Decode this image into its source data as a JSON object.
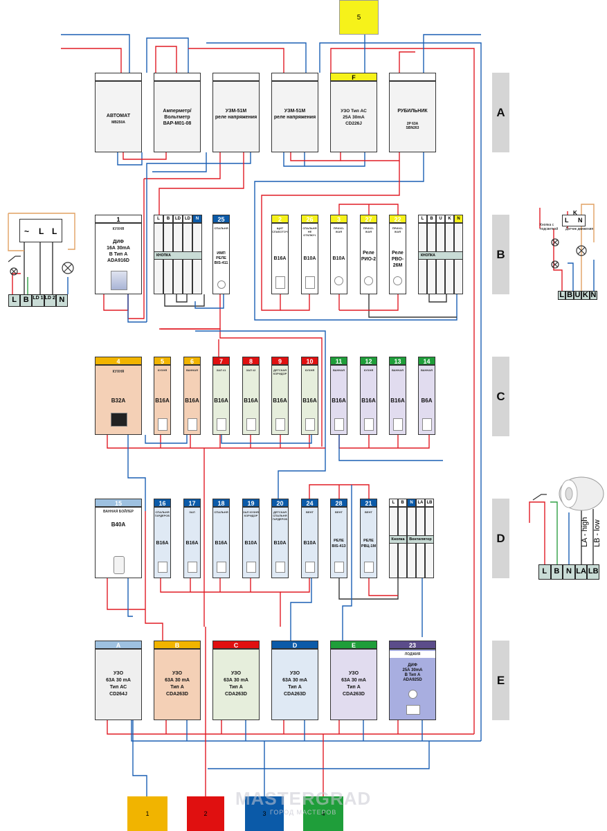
{
  "top_input": {
    "label": "5",
    "color": "#f6f21a"
  },
  "row_labels": [
    "A",
    "B",
    "C",
    "D",
    "E"
  ],
  "row_a": [
    {
      "header": "",
      "text": "АВТОМАТ",
      "sub": "MB250A"
    },
    {
      "header": "",
      "text": "Амперметр/\nВольтметр\nВАР-М01-08",
      "sub": ""
    },
    {
      "header": "",
      "text": "УЗМ-51М\nреле напряжения",
      "sub": ""
    },
    {
      "header": "",
      "text": "УЗМ-51М\nреле напряжения",
      "sub": ""
    },
    {
      "header": "F",
      "text": "УЗО Тип АС\n25А 30mA\nCD226J",
      "sub": ""
    },
    {
      "header": "",
      "text": "РУБИЛЬНИК",
      "sub": "2P 63A\nSBN263"
    }
  ],
  "row_b": {
    "dif": {
      "header": "1",
      "room": "КУХНЯ",
      "text": "ДИФ\n16А 30mA\nВ Тип А\nADA916D"
    },
    "block1": {
      "terms": [
        "L",
        "B",
        "LD 1",
        "LD 2",
        "N"
      ],
      "label": "КНОПКА"
    },
    "imp": {
      "header": "25",
      "room": "СПАЛЬНЯ",
      "text": "ИМП\nРЕЛЕ\nBIS-411"
    },
    "breakers": [
      {
        "header": "2",
        "room": "ЩИТ СЛАБОТОЧ.",
        "rating": "B16A"
      },
      {
        "header": "26",
        "room": "СПАЛЬНЯ НЕ ОТКЛЮЧ.",
        "rating": "B10A"
      },
      {
        "header": "3",
        "room": "ПРИХО-ЖАЯ",
        "rating": "B10A"
      },
      {
        "header": "27",
        "room": "ПРИХО-ЖАЯ",
        "rating": "Реле\nРИО-2"
      },
      {
        "header": "22",
        "room": "ПРИХО-ЖАЯ",
        "rating": "Реле\nРВО-\n26М"
      }
    ],
    "block2": {
      "terms": [
        "L",
        "B",
        "U",
        "K",
        "N"
      ],
      "label": "КНОПКА"
    }
  },
  "row_c": [
    {
      "header": "4",
      "room": "КУХНЯ",
      "rating": "B32A"
    },
    {
      "header": "5",
      "room": "КУХНЯ",
      "rating": "B16A"
    },
    {
      "header": "6",
      "room": "ВАННАЯ",
      "rating": "B16A"
    },
    {
      "header": "7",
      "room": "ЗАЛ #1",
      "rating": "B16A"
    },
    {
      "header": "8",
      "room": "ЗАЛ #2",
      "rating": "B16A"
    },
    {
      "header": "9",
      "room": "ДЕТСКАЯ КОРИДОР",
      "rating": "B16A"
    },
    {
      "header": "10",
      "room": "КУХНЯ",
      "rating": "B16A"
    },
    {
      "header": "11",
      "room": "ВАННАЯ",
      "rating": "B16A"
    },
    {
      "header": "12",
      "room": "КУХНЯ",
      "rating": "B16A"
    },
    {
      "header": "13",
      "room": "ВАННАЯ",
      "rating": "B16A"
    },
    {
      "header": "14",
      "room": "ВАННАЯ",
      "rating": "B6A"
    }
  ],
  "row_d": {
    "boiler": {
      "header": "15",
      "room": "ВАННАЯ БОЙЛЕР",
      "rating": "B40A"
    },
    "breakers": [
      {
        "header": "16",
        "room": "СПАЛЬНЯ ГАРДЕРОБ",
        "rating": "B16A"
      },
      {
        "header": "17",
        "room": "ЗАЛ",
        "rating": "B16A"
      },
      {
        "header": "18",
        "room": "СПАЛЬНЯ",
        "rating": "B16A"
      },
      {
        "header": "19",
        "room": "ЗАЛ КУХНЯ КОРИДОР",
        "rating": "B10A"
      },
      {
        "header": "20",
        "room": "ДЕТСКАЯ СПАЛЬНЯ ГАРДЕРОБ",
        "rating": "B10A"
      },
      {
        "header": "24",
        "room": "ВЕНТ",
        "rating": "B10A"
      },
      {
        "header": "28",
        "room": "ВЕНТ",
        "rating": "РЕЛЕ\nBIS-413"
      },
      {
        "header": "21",
        "room": "ВЕНТ",
        "rating": "РЕЛЕ\nРВЦ-1М"
      }
    ],
    "block": {
      "terms": [
        "L",
        "B",
        "N",
        "LA",
        "LB"
      ],
      "labels": [
        "Кнопка",
        "Вентилятор"
      ]
    }
  },
  "row_e": [
    {
      "header": "A",
      "text": "УЗО\n63А 30 mA\nТип АС\nCD264J"
    },
    {
      "header": "B",
      "text": "УЗО\n63А 30 mA\nТип А\nCDA263D"
    },
    {
      "header": "C",
      "text": "УЗО\n63А 30 mA\nТип А\nCDA263D"
    },
    {
      "header": "D",
      "text": "УЗО\n63А 30 mA\nТип А\nCDA263D"
    },
    {
      "header": "E",
      "text": "УЗО\n63А 30 mA\nТип А\nCDA263D"
    },
    {
      "header": "23",
      "room": "ЛОДЖИЯ",
      "text": "ДИФ\n25А 30mA\nВ Тип А\nADA925D"
    }
  ],
  "bottom_inputs": [
    "1",
    "2",
    "3",
    "4"
  ],
  "left_detail": {
    "terms": [
      "L",
      "B",
      "LD 1",
      "LD 2",
      "N"
    ],
    "box_terms": [
      "~",
      "L",
      "L"
    ]
  },
  "right_detail_b": {
    "terms": [
      "L",
      "B",
      "U",
      "K",
      "N"
    ],
    "label_left": "Кнопка с подсветкой",
    "label_right": "Датчик движения",
    "relay_terms": [
      "L",
      "N"
    ],
    "relay_k": "K"
  },
  "right_detail_d": {
    "terms": [
      "L",
      "B",
      "N",
      "LA",
      "LB"
    ],
    "la": "LA - high",
    "lb": "LB - low"
  },
  "watermark": {
    "main": "MASTERGRAD",
    "sub": "ГОРОД МАСТЕРОВ"
  }
}
